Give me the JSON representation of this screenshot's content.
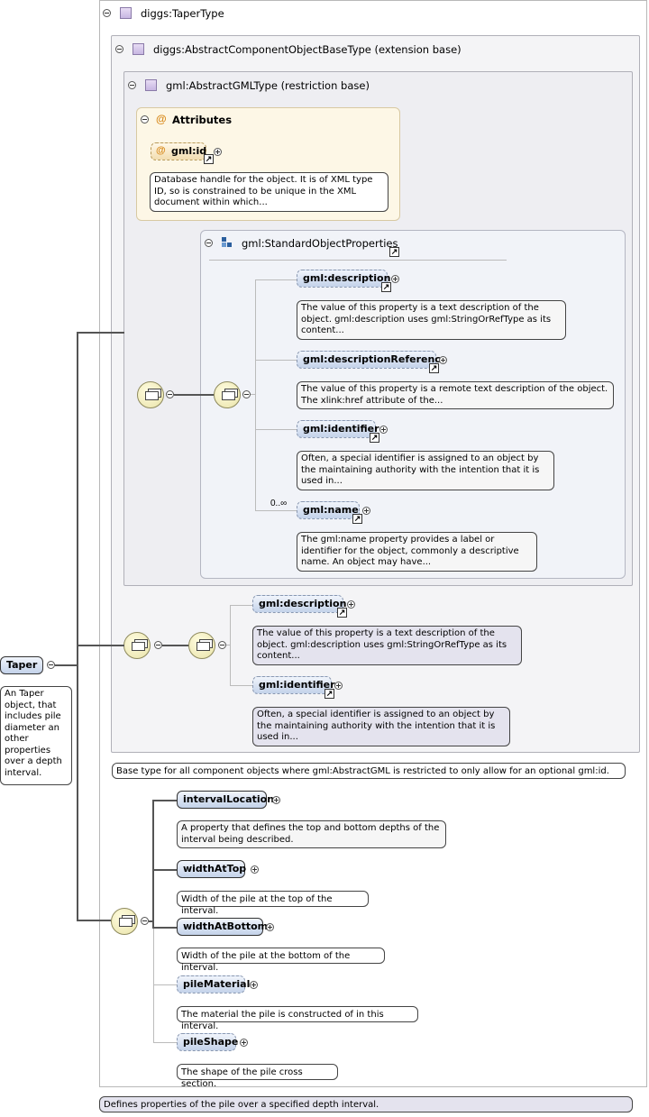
{
  "root": {
    "label": "Taper",
    "doc": "An Taper object, that includes pile diameter an other properties over a depth interval."
  },
  "complex_type": {
    "title": "diggs:TaperType",
    "doc": "Defines properties of the pile over a specified depth interval."
  },
  "base_type": {
    "title": "diggs:AbstractComponentObjectBaseType (extension base)",
    "doc": "Base type for all component objects where gml:AbstractGML is restricted to only allow for an optional gml:id."
  },
  "gml_type": {
    "title": "gml:AbstractGMLType (restriction base)"
  },
  "attributes": {
    "title": "Attributes",
    "id_label": "gml:id",
    "id_doc": "Database handle for the object. It is of XML type ID, so is constrained to be unique in the XML document within which..."
  },
  "sop": {
    "title": "gml:StandardObjectProperties",
    "multiplicity": "0..∞",
    "items": [
      {
        "label": "gml:description",
        "doc": "The value of this property is a text description of the object. gml:description uses gml:StringOrRefType as its content..."
      },
      {
        "label": "gml:descriptionReference",
        "doc": "The value of this property is a remote text description of the object. The xlink:href attribute of the..."
      },
      {
        "label": "gml:identifier",
        "doc": "Often, a special identifier is assigned to an object by the maintaining authority with the intention that it is used in..."
      },
      {
        "label": "gml:name",
        "doc": "The gml:name property provides a label or identifier for the object, commonly a descriptive name. An object may have..."
      }
    ]
  },
  "restricted": {
    "items": [
      {
        "label": "gml:description",
        "doc": "The value of this property is a text description of the object. gml:description uses gml:StringOrRefType as its content..."
      },
      {
        "label": "gml:identifier",
        "doc": "Often, a special identifier is assigned to an object by the maintaining authority with the intention that it is used in..."
      }
    ]
  },
  "taper_elements": [
    {
      "label": "intervalLocation",
      "doc": "A property that defines the top and bottom depths of the interval being described."
    },
    {
      "label": "widthAtTop",
      "doc": "Width of the pile at the top of the interval."
    },
    {
      "label": "widthAtBottom",
      "doc": "Width of the pile at the bottom of the interval."
    },
    {
      "label": "pileMaterial",
      "doc": "The material the pile is constructed of in this interval."
    },
    {
      "label": "pileShape",
      "doc": "The shape of the pile cross section."
    }
  ],
  "colors": {
    "element_fill": "#c3d2ea",
    "attribute_fill": "#fdf7e6",
    "doc_lavender": "#e4e3ee",
    "compositor_fill": "#e9e3a8"
  }
}
